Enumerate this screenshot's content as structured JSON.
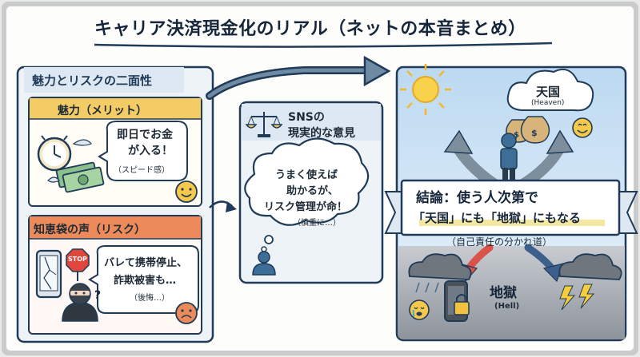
{
  "title": "キャリア決済現金化のリアル（ネットの本音まとめ）",
  "left_panel": {
    "header": "魅力とリスクの二面性",
    "merit": {
      "header": "魅力（メリット）",
      "bubble_line1": "即日でお金",
      "bubble_line2": "が入る！",
      "bubble_sub": "（スピード感）"
    },
    "risk": {
      "header": "知恵袋の声（リスク）",
      "stop_sign": "STOP",
      "question_mark": "?",
      "bubble_line1": "バレて携帯停止、",
      "bubble_line2": "詐欺被害も…",
      "bubble_sub": "（後悔…）"
    }
  },
  "sns_panel": {
    "header_line1": "SNSの",
    "header_line2": "現実的な意見",
    "bubble_line1": "うまく使えば",
    "bubble_line2": "助かるが、",
    "bubble_line3": "リスク管理が命！",
    "bubble_sub": "（慎重に…）"
  },
  "right_panel": {
    "heaven_label": "天国",
    "heaven_sub": "(Heaven)",
    "banner_line1": "結論：使う人次第で",
    "banner_line2": "「天国」にも「地獄」にもなる",
    "crossroads": "（自己責任の分かれ道）",
    "hell_label": "地獄",
    "hell_sub": "(Hell)"
  },
  "colors": {
    "navy": "#1f3b57",
    "merit_header": "#f4cc66",
    "risk_header": "#ec8a5a",
    "panel_blue": "#dde8f3",
    "sky": "#cfe3f4",
    "storm": "#9aa0a8",
    "banner": "#ffffff"
  }
}
